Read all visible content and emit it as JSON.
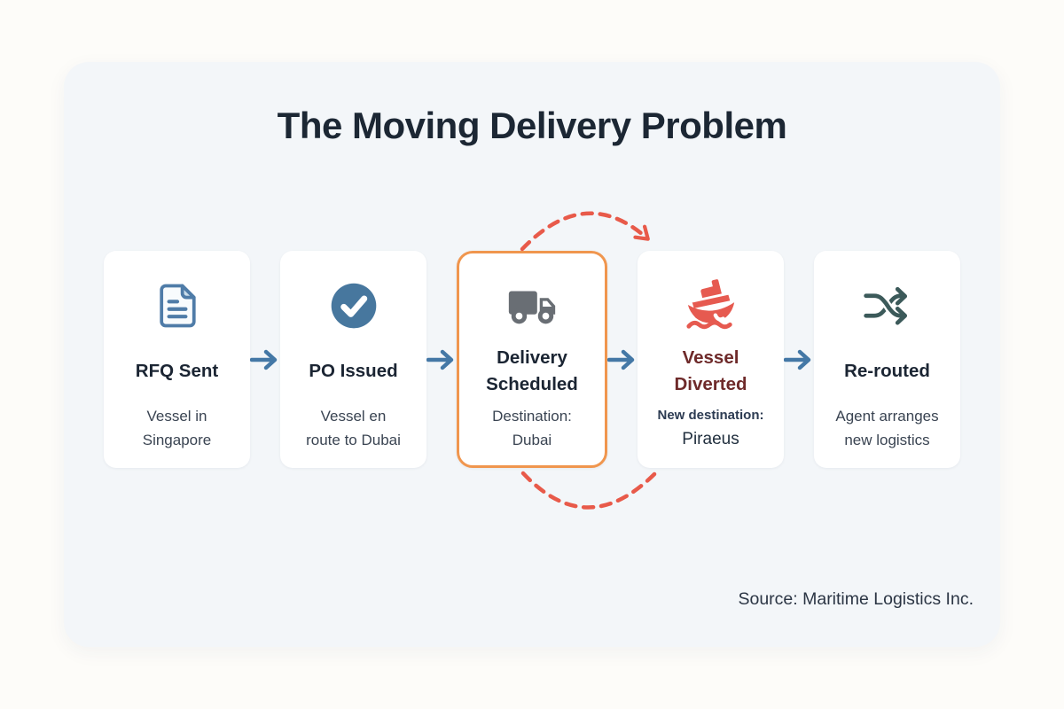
{
  "title": "The Moving Delivery Problem",
  "source_note": "Source: Maritime Logistics Inc.",
  "colors": {
    "panel_bg": "#f3f6f9",
    "card_bg": "#ffffff",
    "title_text": "#1c2734",
    "card_title_text": "#1b2533",
    "card_sub_text": "#3a4452",
    "diverted_title_text": "#6e2a2a",
    "diverted_sub_heading_text": "#2c3b52",
    "highlight_border": "#f0964e",
    "flow_arrow": "#4478a6",
    "diversion_loop_dash": "#e85a4a",
    "document_icon": "#4f7ca8",
    "check_circle_icon": "#47779e",
    "truck_icon": "#696e74",
    "ship_icon": "#e65a50",
    "shuffle_icon": "#3c5a5a"
  },
  "steps": [
    {
      "label": "RFQ Sent",
      "sublabel": "Vessel in\nSingapore",
      "icon": "document-icon",
      "highlighted": false
    },
    {
      "label": "PO Issued",
      "sublabel": "Vessel en\nroute to Dubai",
      "icon": "check-circle-icon",
      "highlighted": false
    },
    {
      "label": "Delivery\nScheduled",
      "sublabel": "Destination:\nDubai",
      "icon": "truck-icon",
      "highlighted": true
    },
    {
      "label": "Vessel\nDiverted",
      "sublabel_heading": "New destination:",
      "sublabel": "Piraeus",
      "icon": "ship-icon",
      "highlighted": false
    },
    {
      "label": "Re-routed",
      "sublabel": "Agent arranges\nnew logistics",
      "icon": "shuffle-icon",
      "highlighted": false
    }
  ]
}
